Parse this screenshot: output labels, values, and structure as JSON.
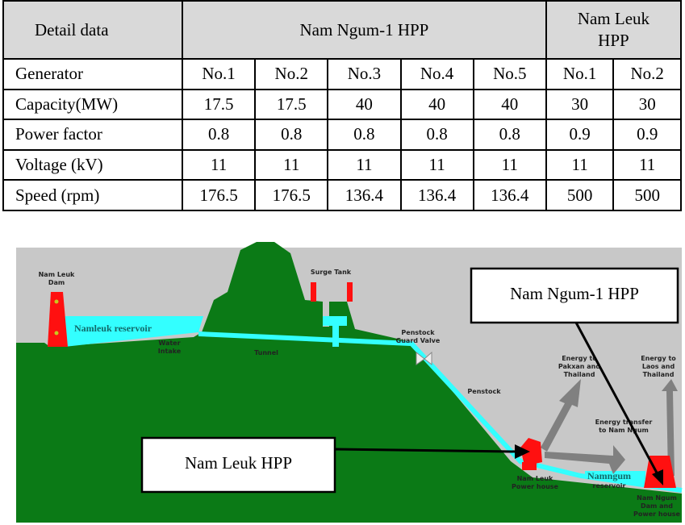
{
  "table": {
    "header": {
      "detail": "Detail data",
      "nam_ngum": "Nam Ngum-1 HPP",
      "nam_leuk_1": "Nam Leuk",
      "nam_leuk_2": "HPP"
    },
    "rows": [
      {
        "label": "Generator",
        "values": [
          "No.1",
          "No.2",
          "No.3",
          "No.4",
          "No.5",
          "No.1",
          "No.2"
        ]
      },
      {
        "label": "Capacity(MW)",
        "values": [
          "17.5",
          "17.5",
          "40",
          "40",
          "40",
          "30",
          "30"
        ]
      },
      {
        "label": "Power factor",
        "values": [
          "0.8",
          "0.8",
          "0.8",
          "0.8",
          "0.8",
          "0.9",
          "0.9"
        ]
      },
      {
        "label": "Voltage (kV)",
        "values": [
          "11",
          "11",
          "11",
          "11",
          "11",
          "11",
          "11"
        ]
      },
      {
        "label": "Speed (rpm)",
        "values": [
          "176.5",
          "176.5",
          "136.4",
          "136.4",
          "136.4",
          "500",
          "500"
        ]
      }
    ]
  },
  "diagram": {
    "nam_leuk_dam": [
      "Nam Leuk",
      "Dam"
    ],
    "namleuk_reservoir": "Namleuk reservoir",
    "water_intake": [
      "Water",
      "Intake"
    ],
    "tunnel": "Tunnel",
    "surge_tank": "Surge Tank",
    "penstock_guard_valve": [
      "Penstock",
      "Guard Valve"
    ],
    "penstock": "Penstock",
    "energy_pakxan": [
      "Energy to",
      "Pakxan and",
      "Thailand"
    ],
    "energy_laos": [
      "Energy to",
      "Laos and",
      "Thailand"
    ],
    "energy_transfer": [
      "Energy transfer",
      "to Nam Ngum"
    ],
    "nam_leuk_powerhouse": [
      "Nam Leuk",
      "Power house"
    ],
    "namngum_reservoir": [
      "Namngum",
      "reservoir"
    ],
    "nam_ngum_dam": [
      "Nam Ngum",
      "Dam and",
      "Power house"
    ],
    "callout_nam_ngum": "Nam Ngum-1 HPP",
    "callout_nam_leuk": "Nam Leuk HPP"
  },
  "colors": {
    "sky": "#c8c8c8",
    "ground": "#0b7a16",
    "water": "#33ffff",
    "structure": "#ff1010",
    "arrow": "#808080"
  }
}
